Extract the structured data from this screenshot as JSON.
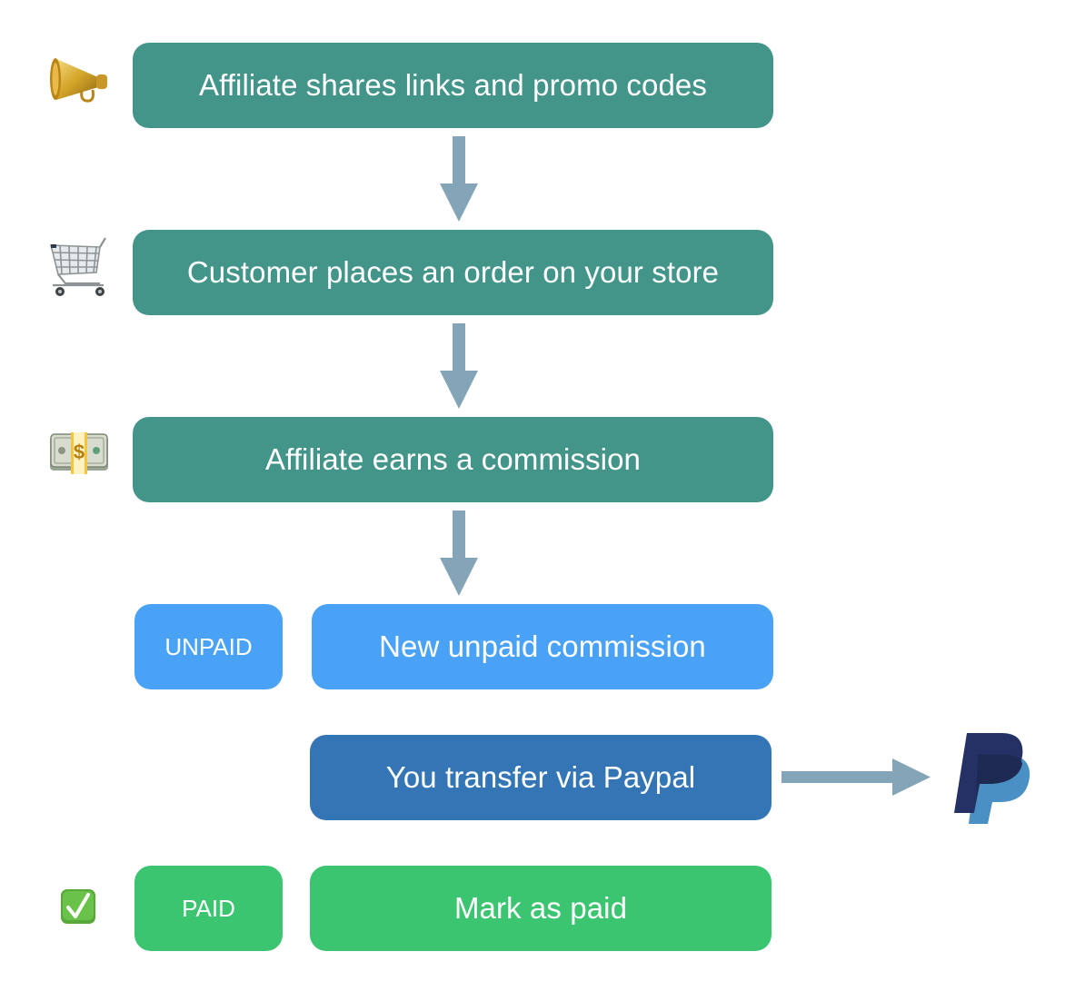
{
  "colors": {
    "step": "#43958A",
    "unpaid": "#4AA2F6",
    "transfer": "#3476B5",
    "paid": "#3CC570",
    "arrow": "#84A5B8",
    "paypal_dark": "#253165",
    "paypal_light": "#4A90C4"
  },
  "steps": [
    {
      "icon": "megaphone-icon",
      "label": "Affiliate shares links and promo codes"
    },
    {
      "icon": "shopping-cart-icon",
      "label": "Customer places an order on your store"
    },
    {
      "icon": "money-stack-icon",
      "label": "Affiliate earns a commission"
    }
  ],
  "unpaid": {
    "badge": "UNPAID",
    "label": "New unpaid commission"
  },
  "transfer": {
    "label": "You transfer via Paypal",
    "target_icon": "paypal-logo-icon"
  },
  "paid": {
    "icon": "check-mark-icon",
    "badge": "PAID",
    "label": "Mark as paid"
  }
}
